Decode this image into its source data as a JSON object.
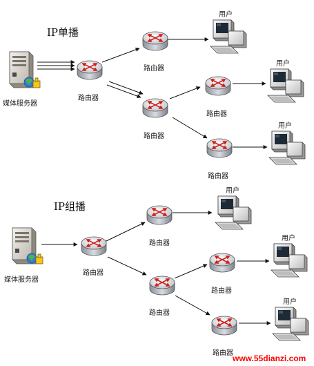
{
  "unicast": {
    "title": "IP单播",
    "server_label": "媒体服务器",
    "router_labels": [
      "路由器",
      "路由器",
      "路由器",
      "路由器",
      "路由器"
    ],
    "user_labels": [
      "用户",
      "用户",
      "用户"
    ]
  },
  "multicast": {
    "title": "IP组播",
    "server_label": "媒体服务器",
    "router_labels": [
      "路由器",
      "路由器",
      "路由器",
      "路由器",
      "路由器"
    ],
    "user_labels": [
      "用户",
      "用户",
      "用户"
    ]
  },
  "watermark": "www.55dianzi.com"
}
